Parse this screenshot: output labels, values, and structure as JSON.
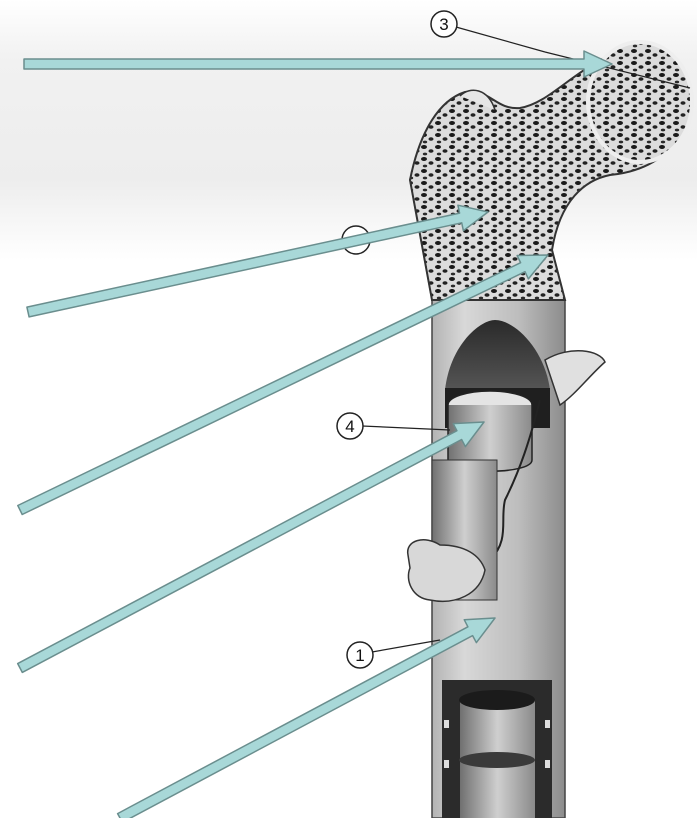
{
  "diagram": {
    "labels": [
      {
        "id": "label-3",
        "text": "3"
      },
      {
        "id": "label-2",
        "text": ""
      },
      {
        "id": "label-4",
        "text": "4"
      },
      {
        "id": "label-1",
        "text": "1"
      }
    ],
    "arrow_color": "#a8d8d8",
    "arrow_outline": "#6a8e8e",
    "bone_color": "#c8c8c8",
    "bone_shade": "#8a8a8a"
  }
}
